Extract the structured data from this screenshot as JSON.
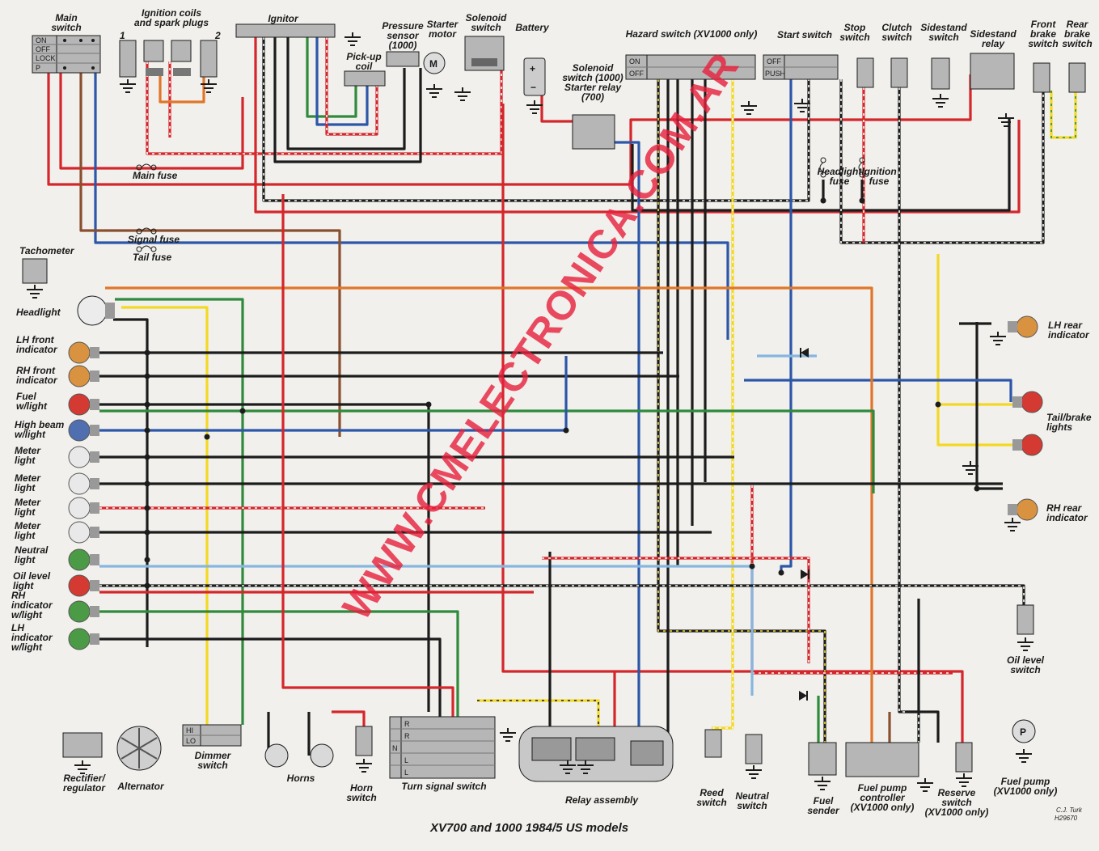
{
  "title": "XV700 and 1000 1984/5 US models",
  "credit": [
    "C.J. Turk",
    "H29670"
  ],
  "watermark": "WWW.CMELECTRONICA.COM.AR",
  "colors": {
    "red": "#d4262b",
    "black": "#1c1c1c",
    "blue": "#2c56a8",
    "brown": "#8a4f2e",
    "orange": "#e0762a",
    "green": "#2f8a3c",
    "yellow": "#f3d923",
    "light_blue": "#86b6e0",
    "white": "#fafafa",
    "component_fill": "#b6b6b6",
    "background": "#f1f0ec"
  },
  "labels": {
    "main_switch": [
      "Main",
      "switch"
    ],
    "ignition_coils": [
      "Ignition coils",
      "and spark plugs"
    ],
    "ignitor": [
      "Ignitor"
    ],
    "pickup_coil": [
      "Pick-up",
      "coil"
    ],
    "pressure_sensor": [
      "Pressure",
      "sensor",
      "(1000)"
    ],
    "starter_motor": [
      "Starter",
      "motor"
    ],
    "solenoid_switch": [
      "Solenoid",
      "switch"
    ],
    "battery": [
      "Battery"
    ],
    "hazard_switch": [
      "Hazard switch (XV1000 only)"
    ],
    "solenoid_starter_relay": [
      "Solenoid",
      "switch (1000)",
      "Starter relay",
      "(700)"
    ],
    "start_switch": [
      "Start switch"
    ],
    "stop_switch": [
      "Stop",
      "switch"
    ],
    "clutch_switch": [
      "Clutch",
      "switch"
    ],
    "sidestand_switch": [
      "Sidestand",
      "switch"
    ],
    "sidestand_relay": [
      "Sidestand",
      "relay"
    ],
    "front_brake_switch": [
      "Front",
      "brake",
      "switch"
    ],
    "rear_brake_switch": [
      "Rear",
      "brake",
      "switch"
    ],
    "main_fuse": [
      "Main fuse"
    ],
    "signal_fuse": [
      "Signal fuse"
    ],
    "tail_fuse": [
      "Tail fuse"
    ],
    "headlight_fuse": [
      "Headlight",
      "fuse"
    ],
    "ignition_fuse": [
      "Ignition",
      "fuse"
    ],
    "tachometer": [
      "Tachometer"
    ],
    "headlight": [
      "Headlight"
    ],
    "lh_front_indicator": [
      "LH front",
      "indicator"
    ],
    "rh_front_indicator": [
      "RH front",
      "indicator"
    ],
    "fuel_wlight": [
      "Fuel",
      "w/light"
    ],
    "high_beam_wlight": [
      "High beam",
      "w/light"
    ],
    "meter_light_1": [
      "Meter",
      "light"
    ],
    "meter_light_2": [
      "Meter",
      "light"
    ],
    "meter_light_3": [
      "Meter",
      "light"
    ],
    "meter_light_4": [
      "Meter",
      "light"
    ],
    "neutral_light": [
      "Neutral",
      "light"
    ],
    "oil_level_light": [
      "Oil level",
      "light"
    ],
    "rh_indicator_wlight": [
      "RH",
      "indicator",
      "w/light"
    ],
    "lh_indicator_wlight": [
      "LH",
      "indicator",
      "w/light"
    ],
    "lh_rear_indicator": [
      "LH rear",
      "indicator"
    ],
    "tail_brake_lights": [
      "Tail/brake",
      "lights"
    ],
    "rh_rear_indicator": [
      "RH rear",
      "indicator"
    ],
    "oil_level_switch": [
      "Oil level",
      "switch"
    ],
    "fuel_pump": [
      "Fuel pump",
      "(XV1000 only)"
    ],
    "rectifier_regulator": [
      "Rectifier/",
      "regulator"
    ],
    "alternator": [
      "Alternator"
    ],
    "dimmer_switch": [
      "Dimmer",
      "switch"
    ],
    "horns": [
      "Horns"
    ],
    "horn_switch": [
      "Horn",
      "switch"
    ],
    "turn_signal_switch": [
      "Turn signal switch"
    ],
    "relay_assembly": [
      "Relay assembly"
    ],
    "reed_switch": [
      "Reed",
      "switch"
    ],
    "neutral_switch": [
      "Neutral",
      "switch"
    ],
    "fuel_sender": [
      "Fuel",
      "sender"
    ],
    "fuel_pump_controller": [
      "Fuel pump",
      "controller",
      "(XV1000 only)"
    ],
    "reserve_switch": [
      "Reserve",
      "switch",
      "(XV1000 only)"
    ]
  },
  "switch_positions": {
    "main_switch": [
      "ON",
      "OFF",
      "LOCK",
      "P"
    ],
    "hazard_switch": [
      "ON",
      "OFF"
    ],
    "start_switch": [
      "OFF",
      "PUSH"
    ],
    "dimmer_switch": [
      "HI",
      "LO"
    ],
    "turn_signal_switch": [
      "R",
      "R",
      "N",
      "L",
      "L"
    ]
  },
  "terminal_numbers": [
    "1",
    "2"
  ],
  "symbols": {
    "battery_plus": "+",
    "battery_minus": "−",
    "motor": "M",
    "pump": "P"
  }
}
